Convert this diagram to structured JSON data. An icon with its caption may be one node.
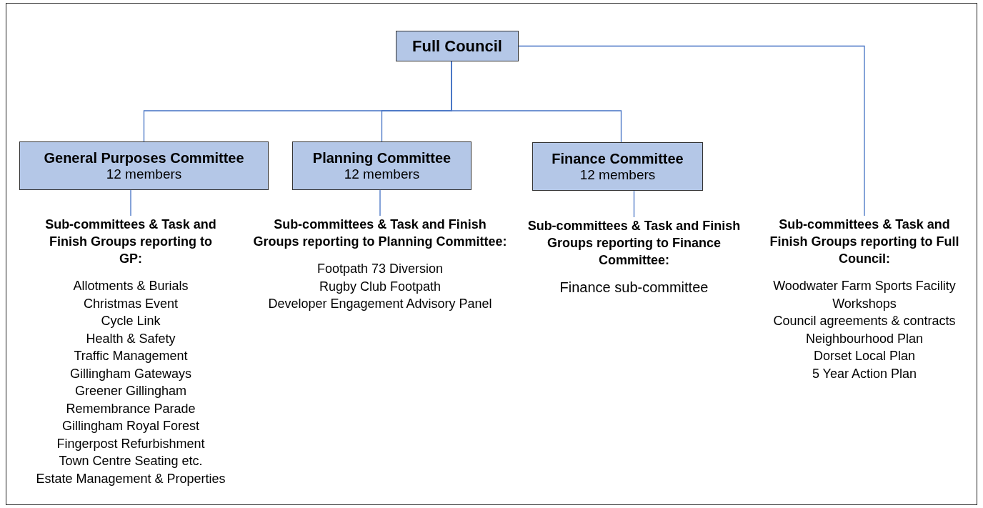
{
  "diagram": {
    "nodes": [
      {
        "text": [
          "Full Council"
        ]
      },
      {
        "text": [
          "General Purposes Committee",
          "12 members"
        ]
      },
      {
        "text": [
          "Planning Committee",
          "12 members"
        ]
      },
      {
        "text": [
          "Finance Committee",
          "12 members"
        ]
      },
      {
        "text": [
          "Sub-committees & Task and Finish Groups reporting to GP:",
          "Allotments & Burials",
          "Christmas Event",
          "Cycle Link",
          "Health & Safety",
          "Traffic Management",
          "Gillingham Gateways",
          "Greener Gillingham",
          "Remembrance Parade",
          "Gillingham Royal Forest",
          "Fingerpost Refurbishment",
          "Town Centre Seating etc.",
          "Estate Management & Properties"
        ]
      },
      {
        "text": [
          "Sub-committees & Task and Finish Groups reporting to Planning Committee:",
          "Footpath 73 Diversion",
          "Rugby Club Footpath",
          "Developer Engagement Advisory Panel"
        ]
      },
      {
        "text": [
          "Sub-committees & Task and Finish Groups reporting to Finance Committee:",
          "Finance sub-committee"
        ]
      },
      {
        "text": [
          "Sub-committees & Task and Finish Groups reporting to Full Council:",
          "Woodwater Farm Sports Facility",
          "Workshops",
          "Council agreements & contracts",
          "Neighbourhood Plan",
          "Dorset Local Plan",
          "5 Year Action Plan"
        ]
      }
    ],
    "edges": [
      {
        "from": 0,
        "to": 1,
        "arrow": "none"
      },
      {
        "from": 0,
        "to": 2,
        "arrow": "none"
      },
      {
        "from": 0,
        "to": 3,
        "arrow": "none"
      },
      {
        "from": 0,
        "to": 7,
        "arrow": "none"
      },
      {
        "from": 1,
        "to": 4,
        "arrow": "none"
      },
      {
        "from": 2,
        "to": 5,
        "arrow": "none"
      },
      {
        "from": 3,
        "to": 6,
        "arrow": "none"
      }
    ]
  }
}
